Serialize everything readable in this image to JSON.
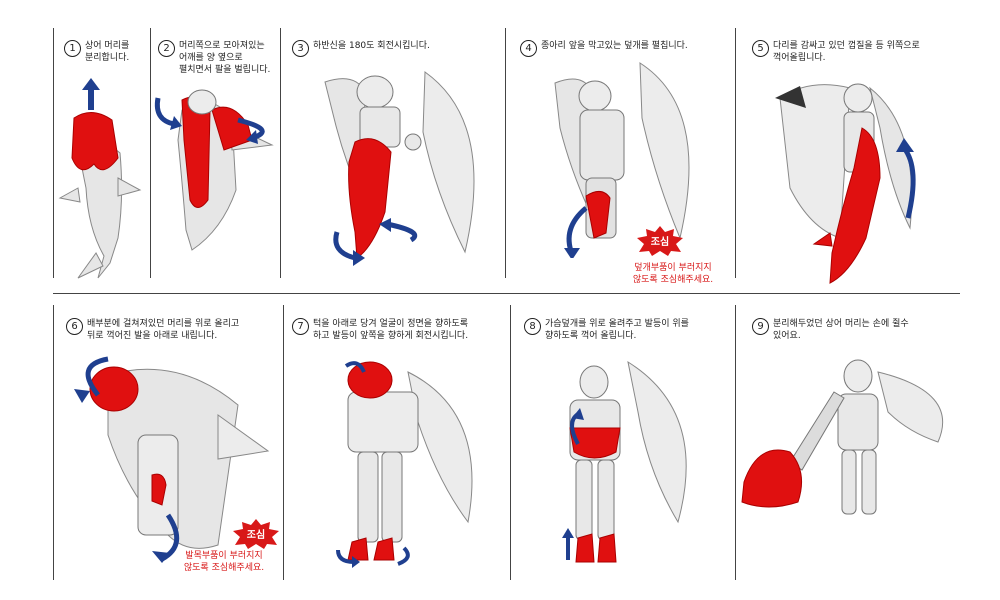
{
  "steps": [
    {
      "num": "1",
      "text": "상어 머리를\n분리합니다."
    },
    {
      "num": "2",
      "text": "머리쪽으로 모아져있는\n어깨를 양 옆으로\n펼치면서 팔을 벌립니다."
    },
    {
      "num": "3",
      "text": "하반신을 180도 회전시킵니다."
    },
    {
      "num": "4",
      "text": "종아리 앞을 막고있는 덮개를 펼칩니다."
    },
    {
      "num": "5",
      "text": "다리를 감싸고 있던 껍질을 등 위쪽으로\n꺽어올립니다."
    },
    {
      "num": "6",
      "text": "배부분에 걸쳐져있던 머리를 위로 올리고\n뒤로 꺽어진 발을 아래로 내립니다."
    },
    {
      "num": "7",
      "text": "턱을 아래로 당겨 얼굴이 정면을 향하도록\n하고 발등이 앞쪽을 향하게 회전시킵니다."
    },
    {
      "num": "8",
      "text": "가슴덮개를 위로 올려주고 발등이 위를\n향하도록 꺽어 올립니다."
    },
    {
      "num": "9",
      "text": "분리해두었던 상어 머리는 손에 쥘수\n있어요."
    }
  ],
  "cautions": [
    {
      "badge": "조심",
      "text": "덮개부품이 부러지지\n않도록 조심해주세요."
    },
    {
      "badge": "조심",
      "text": "발목부품이 부러지지\n않도록 조심해주세요."
    }
  ],
  "colors": {
    "part_highlight": "#e01010",
    "arrow": "#1f3f8f",
    "body": "#e6e6e6",
    "outline": "#888888",
    "caution": "#d81818"
  },
  "icons": [
    "shark-head-part",
    "robot-figure",
    "rotate-arrow",
    "up-arrow",
    "caution-burst"
  ]
}
